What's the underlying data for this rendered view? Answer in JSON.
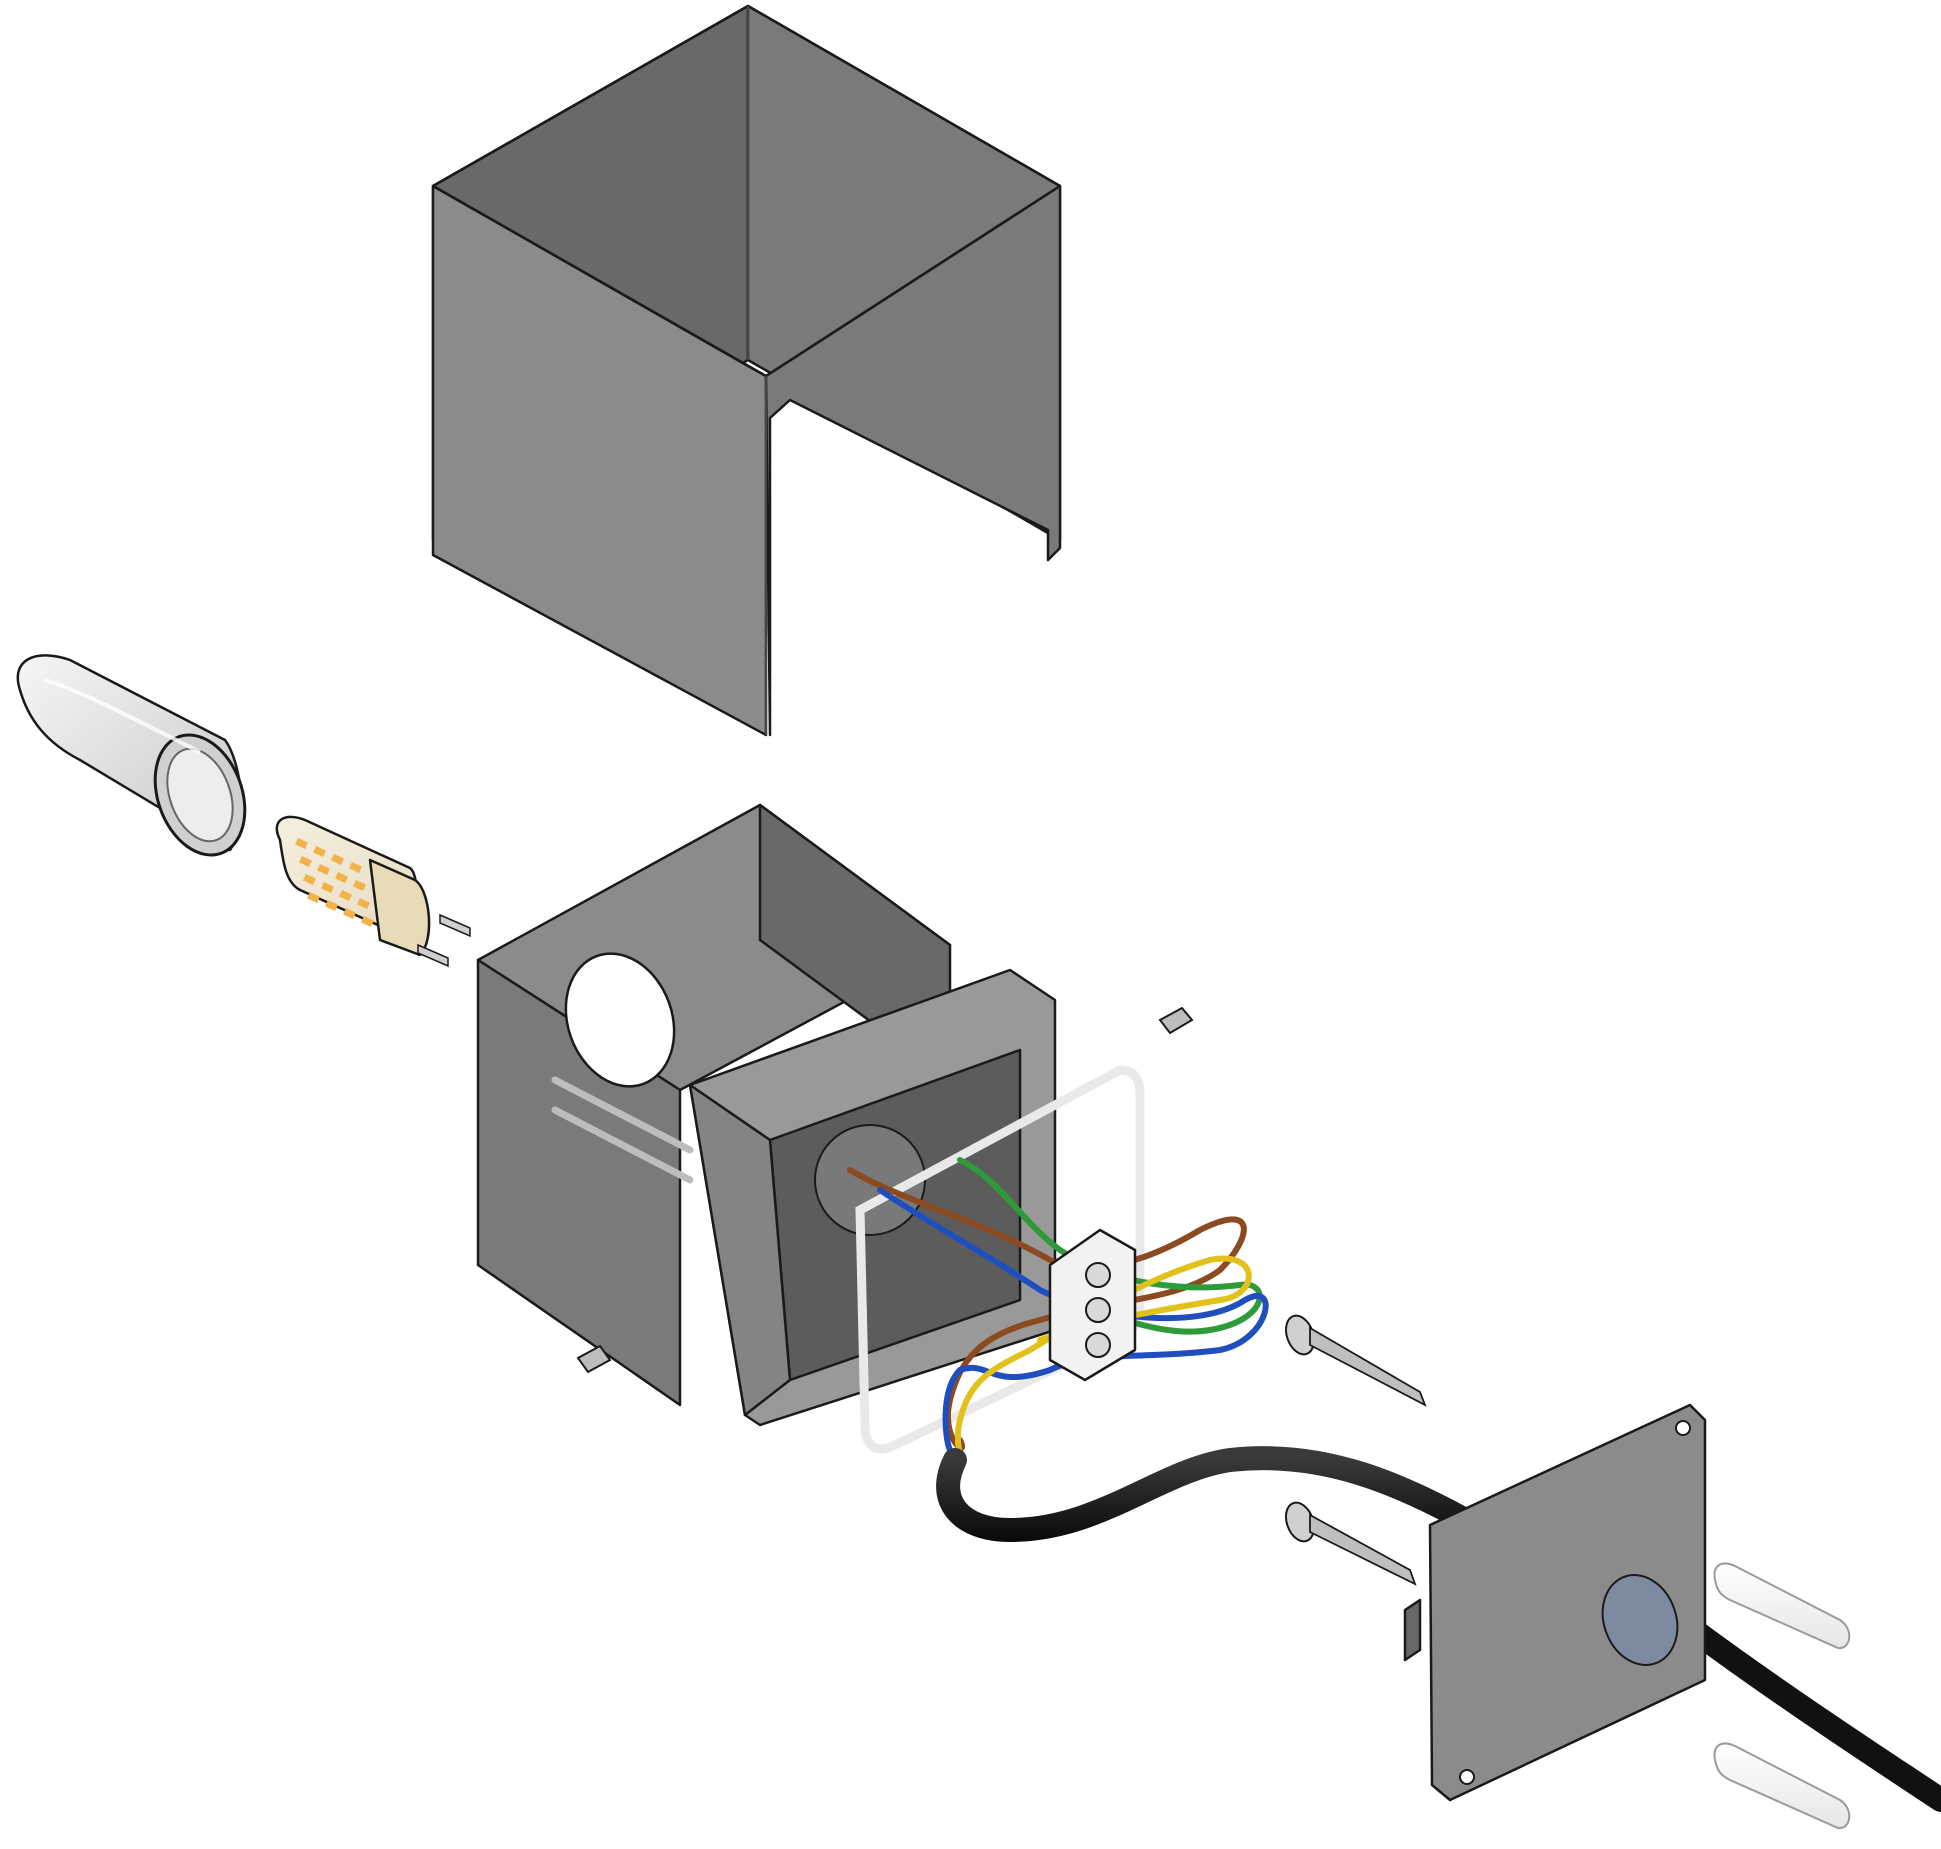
{
  "diagram": {
    "kind": "exploded-assembly",
    "components": [
      {
        "id": "cover",
        "icon": "square-shade-icon"
      },
      {
        "id": "glass",
        "icon": "glass-cylinder-icon"
      },
      {
        "id": "bulb",
        "icon": "g9-led-bulb-icon"
      },
      {
        "id": "housing",
        "icon": "lamp-housing-icon"
      },
      {
        "id": "gasket",
        "icon": "gasket-icon"
      },
      {
        "id": "terminal-block",
        "icon": "terminal-block-icon"
      },
      {
        "id": "screws",
        "icon": "screw-icon"
      },
      {
        "id": "grub-screws",
        "icon": "grub-screw-icon"
      },
      {
        "id": "wall-plate",
        "icon": "mounting-plate-icon"
      },
      {
        "id": "wall-plugs",
        "icon": "wall-plug-icon"
      },
      {
        "id": "cable",
        "icon": "power-cable-icon"
      }
    ],
    "colors": {
      "metal_light": "#8c8b8b",
      "metal_mid": "#7b7a7a",
      "metal_dark": "#6a6969",
      "outline": "#1a1a1a",
      "wire_brown": "#8b4a1f",
      "wire_blue": "#1f4fbf",
      "wire_yellow": "#e2c21a",
      "wire_green": "#2f9a3a",
      "cable_black": "#111111",
      "led_amber": "#f2b24a"
    }
  }
}
